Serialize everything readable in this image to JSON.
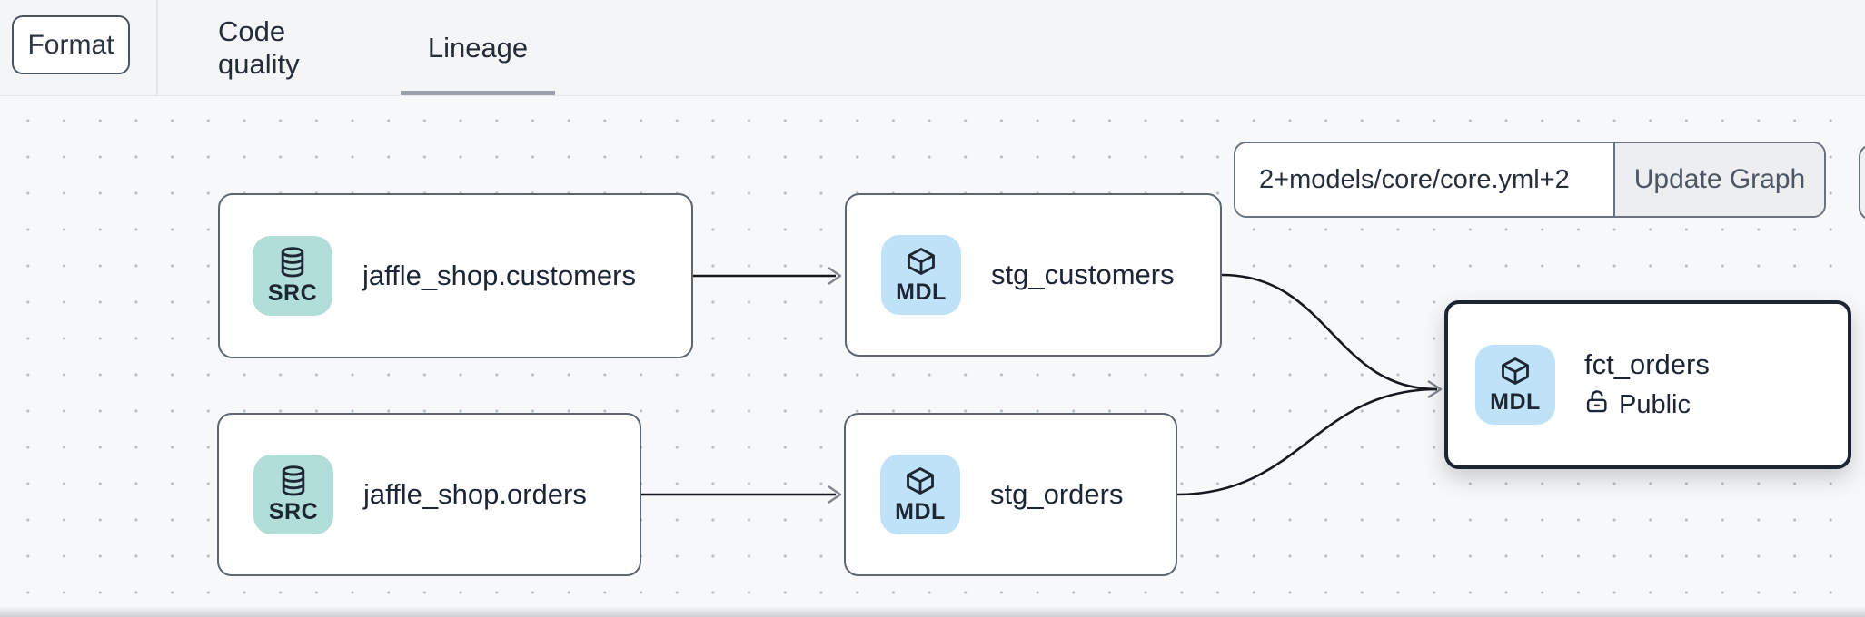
{
  "header": {
    "format_button": "Format",
    "tabs": [
      {
        "label": "Code quality",
        "active": false
      },
      {
        "label": "Lineage",
        "active": true
      }
    ]
  },
  "toolbar": {
    "selector_value": "2+models/core/core.yml+2",
    "update_button": "Update Graph"
  },
  "graph": {
    "nodes": [
      {
        "id": "jaffle_shop.customers",
        "label": "jaffle_shop.customers",
        "type": "SRC",
        "icon": "database-icon",
        "selected": false
      },
      {
        "id": "stg_customers",
        "label": "stg_customers",
        "type": "MDL",
        "icon": "cube-icon",
        "selected": false
      },
      {
        "id": "jaffle_shop.orders",
        "label": "jaffle_shop.orders",
        "type": "SRC",
        "icon": "database-icon",
        "selected": false
      },
      {
        "id": "stg_orders",
        "label": "stg_orders",
        "type": "MDL",
        "icon": "cube-icon",
        "selected": false
      },
      {
        "id": "fct_orders",
        "label": "fct_orders",
        "type": "MDL",
        "icon": "cube-icon",
        "selected": true,
        "access": "Public"
      }
    ],
    "edges": [
      {
        "from": "jaffle_shop.customers",
        "to": "stg_customers"
      },
      {
        "from": "jaffle_shop.orders",
        "to": "stg_orders"
      },
      {
        "from": "stg_customers",
        "to": "fct_orders"
      },
      {
        "from": "stg_orders",
        "to": "fct_orders"
      }
    ]
  },
  "colors": {
    "source_badge": "#b2ded9",
    "model_badge": "#bfe2f8",
    "node_border": "#5d6571",
    "selected_node_border": "#1d2532",
    "tab_underline": "#9aa1ac",
    "edge_line": "#15191f",
    "arrowhead": "#80868f"
  }
}
